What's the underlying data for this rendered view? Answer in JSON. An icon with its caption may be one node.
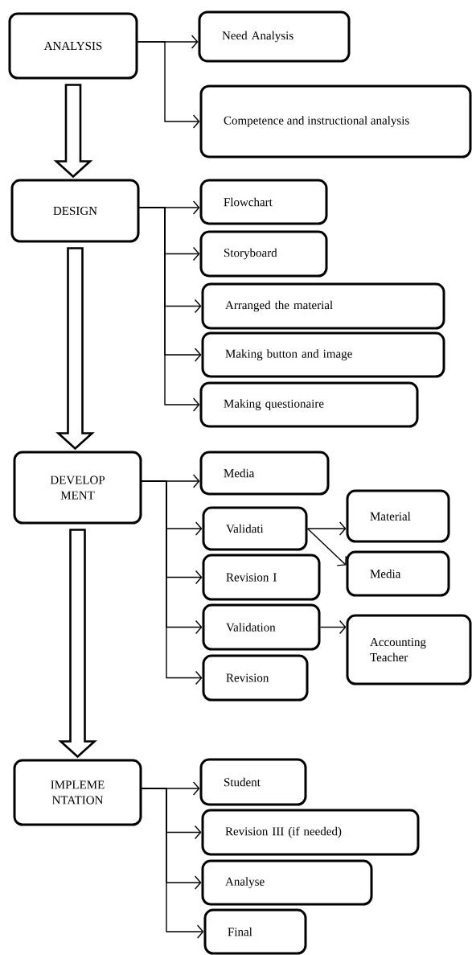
{
  "diagram": {
    "nodes": [
      {
        "text": [
          "ANALYSIS"
        ]
      },
      {
        "text": [
          "Need Analysis"
        ]
      },
      {
        "text": [
          "Competence and instructional analysis"
        ]
      },
      {
        "text": [
          "DESIGN"
        ]
      },
      {
        "text": [
          "Flowchart"
        ]
      },
      {
        "text": [
          "Storyboard"
        ]
      },
      {
        "text": [
          "Arranged the material"
        ]
      },
      {
        "text": [
          "Making button and image"
        ]
      },
      {
        "text": [
          "Making questionaire"
        ]
      },
      {
        "text": [
          "DEVELOP MENT"
        ]
      },
      {
        "text": [
          "Media"
        ]
      },
      {
        "text": [
          "Validati"
        ]
      },
      {
        "text": [
          "Material"
        ]
      },
      {
        "text": [
          "Media"
        ]
      },
      {
        "text": [
          "Revision I"
        ]
      },
      {
        "text": [
          "Validation"
        ]
      },
      {
        "text": [
          "Accounting Teacher"
        ]
      },
      {
        "text": [
          "Revision"
        ]
      },
      {
        "text": [
          "IMPLEME NTATION"
        ]
      },
      {
        "text": [
          "Student"
        ]
      },
      {
        "text": [
          "Revision III (if needed)"
        ]
      },
      {
        "text": [
          "Analyse"
        ]
      },
      {
        "text": [
          "Final"
        ]
      }
    ],
    "edges": [
      {
        "from": 0,
        "to": 1,
        "arrow": "to"
      },
      {
        "from": 0,
        "to": 2,
        "arrow": "to"
      },
      {
        "from": 0,
        "to": 3,
        "arrow": "to",
        "style": "thick"
      },
      {
        "from": 3,
        "to": 4,
        "arrow": "to"
      },
      {
        "from": 3,
        "to": 5,
        "arrow": "to"
      },
      {
        "from": 3,
        "to": 6,
        "arrow": "to"
      },
      {
        "from": 3,
        "to": 7,
        "arrow": "to"
      },
      {
        "from": 3,
        "to": 8,
        "arrow": "to"
      },
      {
        "from": 3,
        "to": 9,
        "arrow": "to",
        "style": "thick"
      },
      {
        "from": 9,
        "to": 10,
        "arrow": "to"
      },
      {
        "from": 9,
        "to": 11,
        "arrow": "to"
      },
      {
        "from": 9,
        "to": 14,
        "arrow": "to"
      },
      {
        "from": 9,
        "to": 15,
        "arrow": "to"
      },
      {
        "from": 9,
        "to": 17,
        "arrow": "to"
      },
      {
        "from": 11,
        "to": 12,
        "arrow": "to"
      },
      {
        "from": 11,
        "to": 13,
        "arrow": "to"
      },
      {
        "from": 15,
        "to": 16,
        "arrow": "to"
      },
      {
        "from": 9,
        "to": 18,
        "arrow": "to",
        "style": "thick"
      },
      {
        "from": 18,
        "to": 19,
        "arrow": "to"
      },
      {
        "from": 18,
        "to": 20,
        "arrow": "to"
      },
      {
        "from": 18,
        "to": 21,
        "arrow": "to"
      },
      {
        "from": 18,
        "to": 22,
        "arrow": "to"
      }
    ]
  }
}
